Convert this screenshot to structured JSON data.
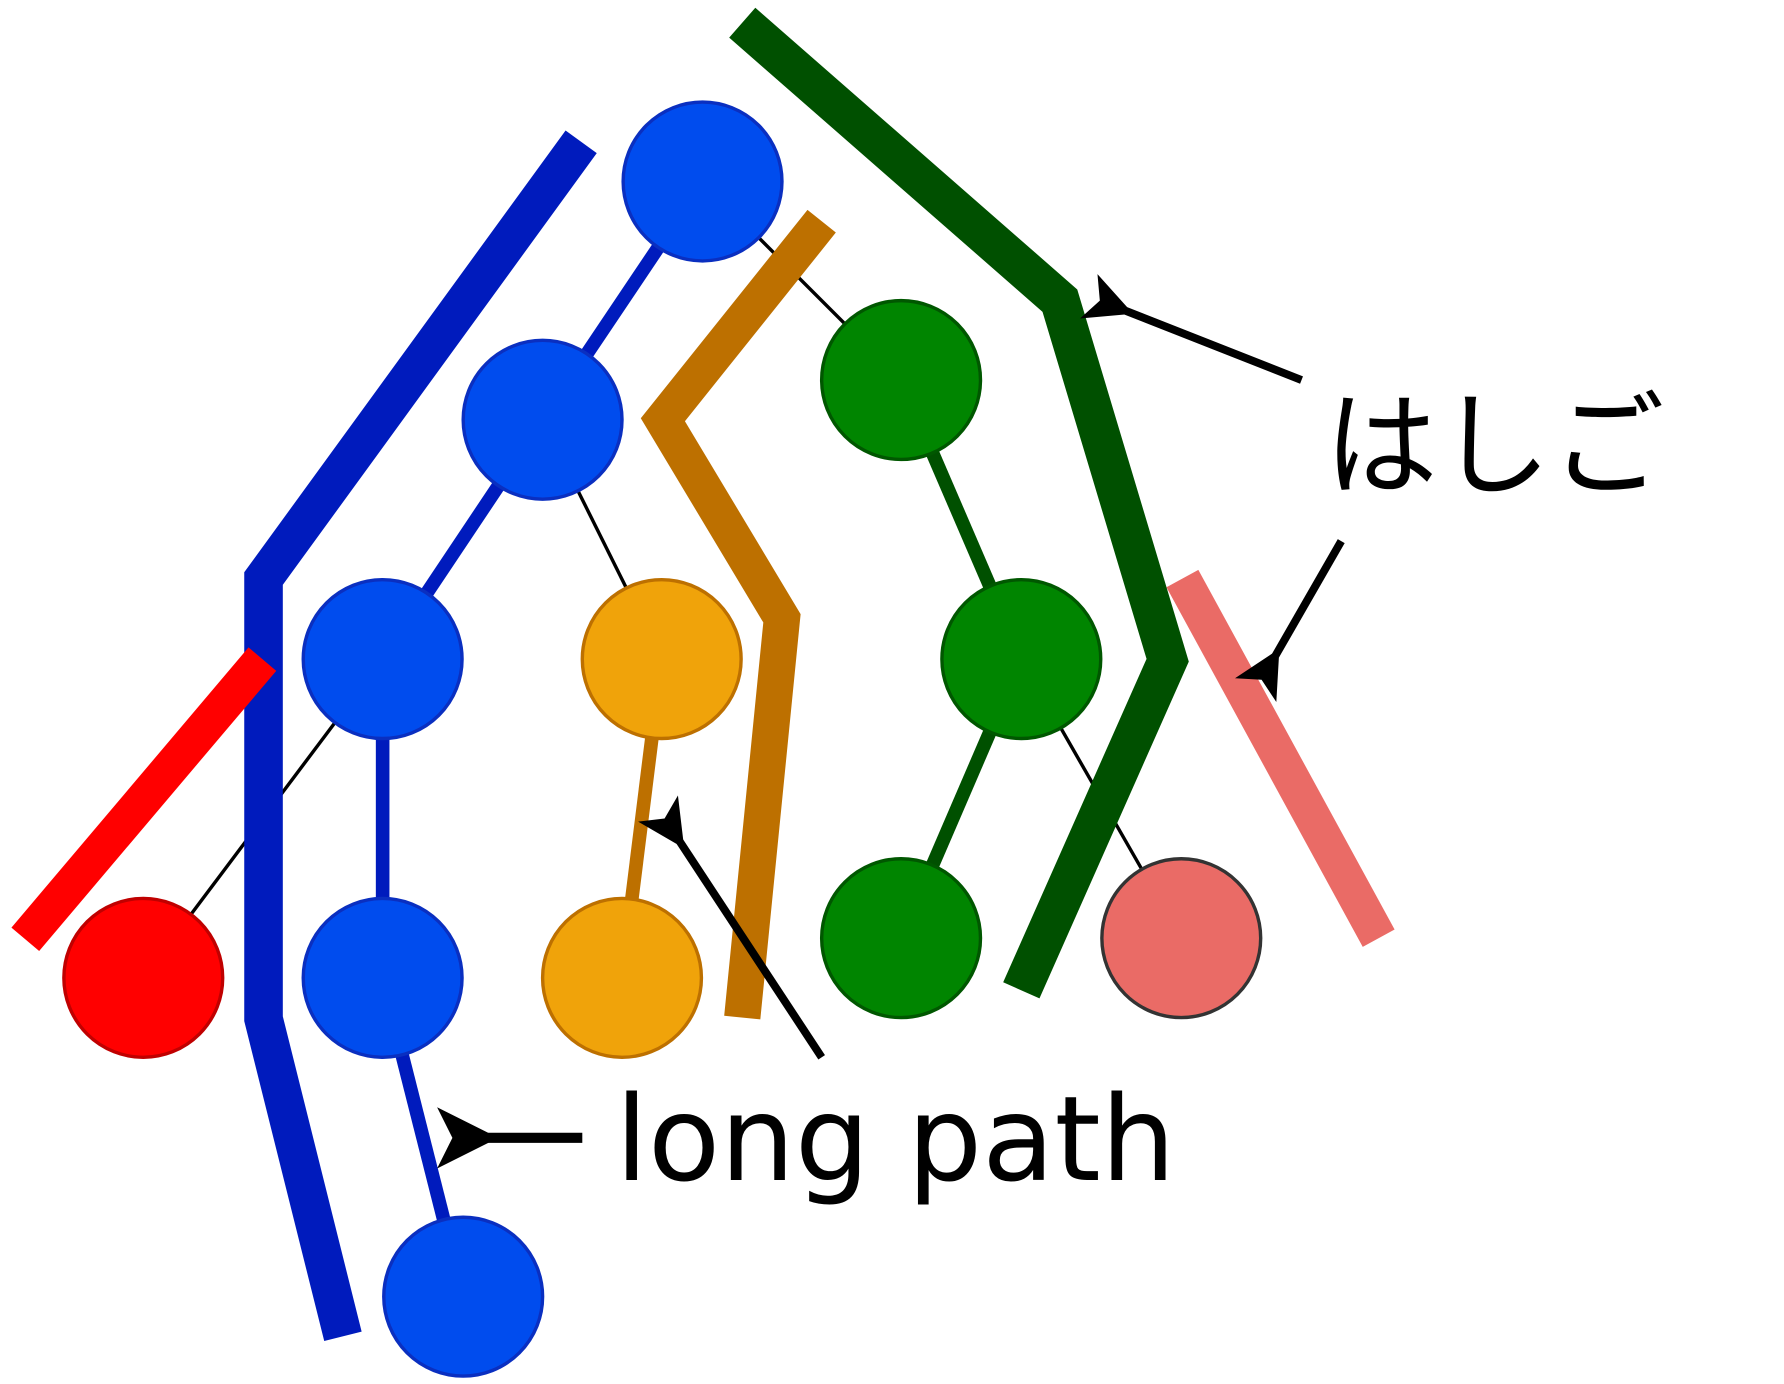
{
  "labels": {
    "ladder": "はしご",
    "long_path": "long path"
  },
  "colors": {
    "node_blue": "#004CEE",
    "node_blue_stroke": "#0A2FC0",
    "node_red": "#FF0000",
    "node_orange": "#F0A30A",
    "node_green": "#008500",
    "node_salmon": "#EA6B66",
    "path_blue": "#001BBD",
    "path_red": "#FF0000",
    "path_orange": "#BD7000",
    "path_green": "#005000",
    "path_salmon": "#EA6B66",
    "arrow": "#000000"
  },
  "nodes": [
    {
      "id": "a",
      "color": "blue"
    },
    {
      "id": "b",
      "color": "blue"
    },
    {
      "id": "c",
      "color": "blue"
    },
    {
      "id": "d",
      "color": "red"
    },
    {
      "id": "e",
      "color": "blue"
    },
    {
      "id": "f",
      "color": "blue"
    },
    {
      "id": "g",
      "color": "orange"
    },
    {
      "id": "h",
      "color": "orange"
    },
    {
      "id": "i",
      "color": "green"
    },
    {
      "id": "j",
      "color": "green"
    },
    {
      "id": "k",
      "color": "green"
    },
    {
      "id": "l",
      "color": "salmon"
    }
  ],
  "edges": [
    {
      "from": "a",
      "to": "b",
      "style": "blue"
    },
    {
      "from": "b",
      "to": "c",
      "style": "blue"
    },
    {
      "from": "c",
      "to": "e",
      "style": "blue"
    },
    {
      "from": "e",
      "to": "f",
      "style": "blue"
    },
    {
      "from": "c",
      "to": "d",
      "style": "thin"
    },
    {
      "from": "b",
      "to": "g",
      "style": "thin"
    },
    {
      "from": "g",
      "to": "h",
      "style": "orange"
    },
    {
      "from": "a",
      "to": "i",
      "style": "thin"
    },
    {
      "from": "i",
      "to": "j",
      "style": "green"
    },
    {
      "from": "j",
      "to": "k",
      "style": "green"
    },
    {
      "from": "j",
      "to": "l",
      "style": "thin"
    }
  ]
}
